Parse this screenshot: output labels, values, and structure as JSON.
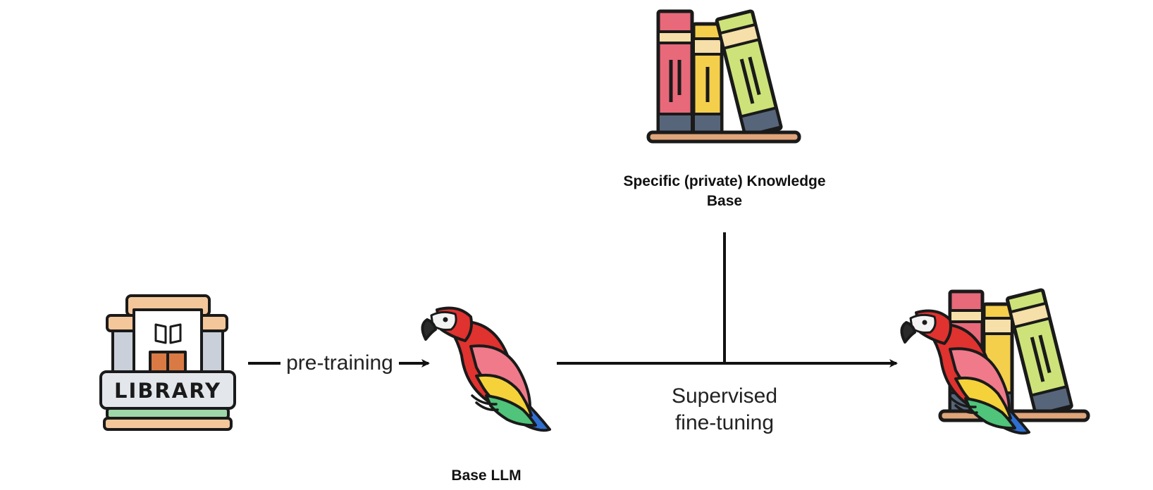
{
  "nodes": {
    "library": {
      "text": "LIBRARY"
    },
    "base_llm": {
      "label": "Base LLM"
    },
    "knowledge_base": {
      "label_line1": "Specific (private) Knowledge",
      "label_line2": "Base"
    }
  },
  "edges": {
    "pretraining": {
      "label": "pre-training"
    },
    "finetuning": {
      "label_line1": "Supervised",
      "label_line2": "fine-tuning"
    }
  },
  "colors": {
    "outline": "#1a1a1a",
    "book_red": "#e8697a",
    "book_yellow": "#f4cf4c",
    "book_green": "#cde37a",
    "book_band": "#f6dfa8",
    "book_base": "#56657a",
    "shelf": "#e0a57a",
    "library_roof": "#f3c79a",
    "library_wall": "#ffffff",
    "library_pillar": "#c9d0d9",
    "library_door": "#d97a45",
    "library_sign": "#e3e7ec",
    "library_base": "#9ed6a8",
    "parrot_red": "#e0322f",
    "parrot_pink": "#f07a8a",
    "parrot_yellow": "#f5d23a",
    "parrot_green": "#4fc47a",
    "parrot_blue": "#2f6fd1",
    "parrot_face": "#f3f3f3"
  }
}
